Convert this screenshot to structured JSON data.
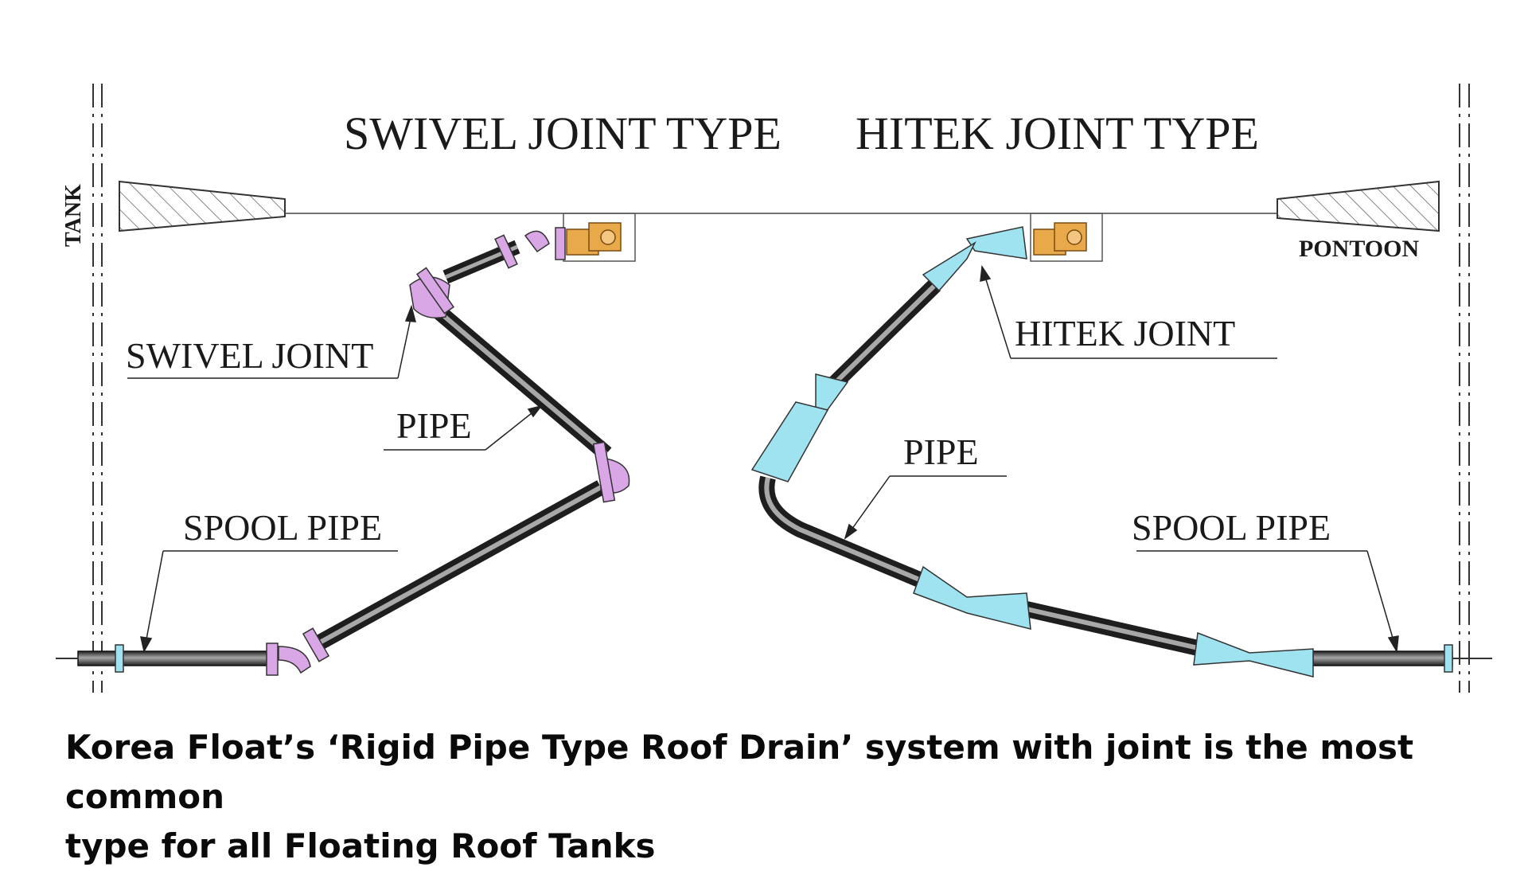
{
  "diagram": {
    "titles": {
      "left": "SWIVEL JOINT TYPE",
      "right": "HITEK JOINT TYPE"
    },
    "labels": {
      "tank": "TANK",
      "pontoon": "PONTOON",
      "swivel_joint": "SWIVEL JOINT",
      "pipe_left": "PIPE",
      "spool_pipe_left": "SPOOL PIPE",
      "hitek_joint": "HITEK JOINT",
      "pipe_right": "PIPE",
      "spool_pipe_right": "SPOOL PIPE"
    },
    "colors": {
      "line": "#222222",
      "pipe_dark": "#2b2b2b",
      "pipe_light": "#9a9a9a",
      "swivel_joint": "#d9a6e6",
      "hitek_joint": "#9fe3f0",
      "hinge": "#e8a94a",
      "hatch": "#555555"
    }
  },
  "caption": {
    "line1": "Korea Float’s ‘Rigid Pipe Type Roof Drain’ system with joint is the most common",
    "line2": "type for all Floating Roof Tanks"
  }
}
